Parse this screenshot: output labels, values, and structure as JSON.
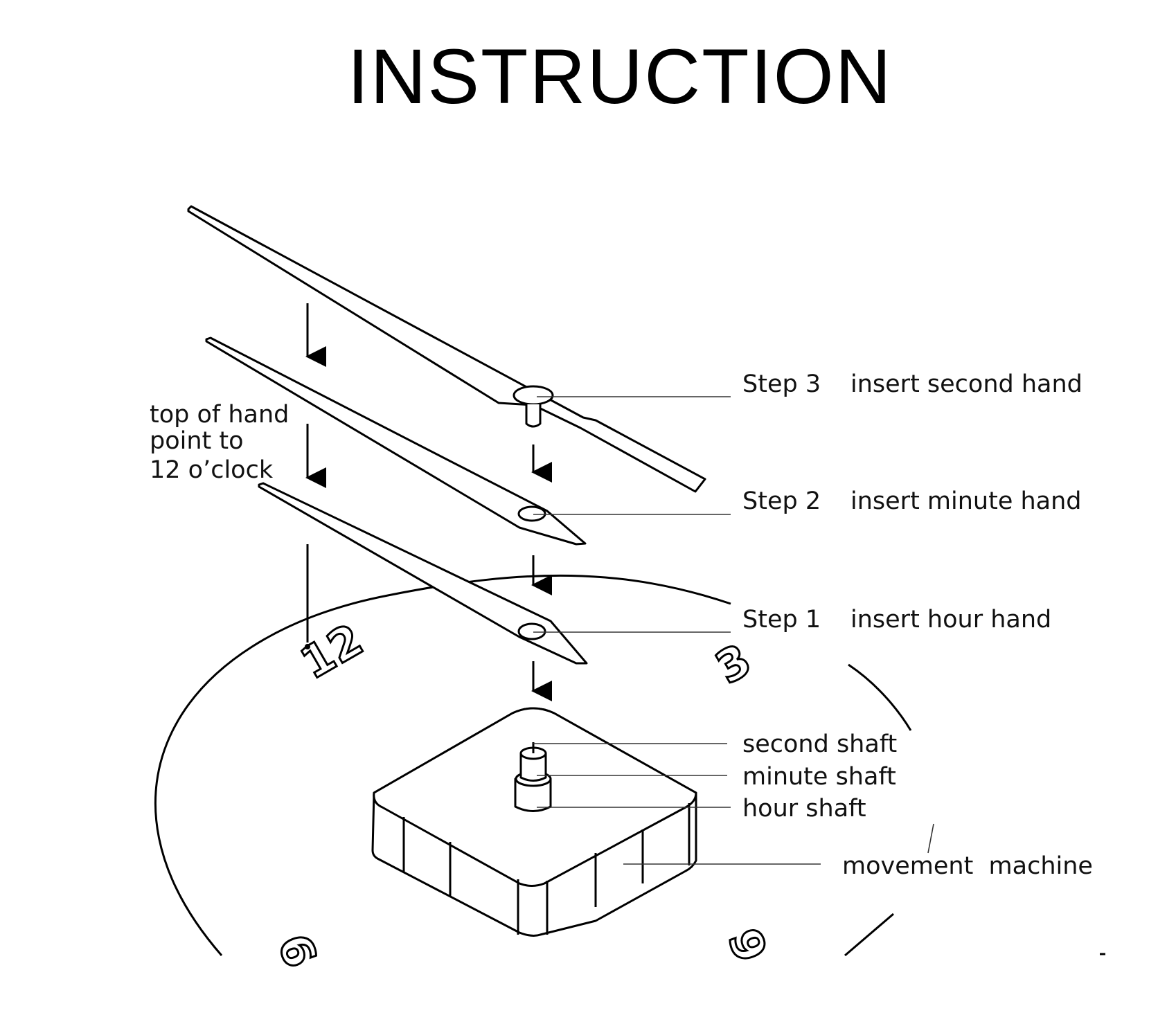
{
  "title": "INSTRUCTION",
  "side_note": [
    "top of hand",
    "point to",
    "12 o’clock"
  ],
  "steps": [
    {
      "step": "Step 3",
      "action": "insert second hand"
    },
    {
      "step": "Step 2",
      "action": "insert minute hand"
    },
    {
      "step": "Step 1",
      "action": "insert hour hand"
    }
  ],
  "shafts": [
    "second shaft",
    "minute shaft",
    "hour shaft"
  ],
  "movement_label": "movement  machine",
  "dial_numbers": {
    "n12": "12",
    "n3": "3",
    "n6": "6",
    "n9": "9"
  }
}
